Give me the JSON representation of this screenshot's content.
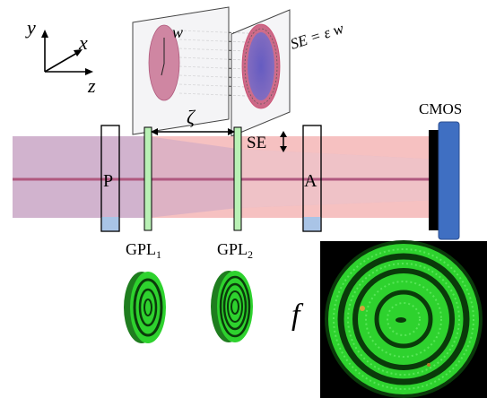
{
  "axes": {
    "y": "y",
    "x": "x",
    "z": "z"
  },
  "plates": {
    "w_label": "w",
    "se_formula": "SE = ε w"
  },
  "separation_label": "ζ",
  "se_label": "SE",
  "elements": {
    "polarizer": "P",
    "analyzer": "A",
    "gpl1": "GPL",
    "gpl1_sub": "1",
    "gpl2": "GPL",
    "gpl2_sub": "2",
    "camera": "CMOS"
  },
  "focal_label": "f",
  "colors": {
    "beam_input": "#c9a6c6",
    "beam_output": "#f4b6b6",
    "beam_axis": "#b0587f",
    "gpl_plate": "#b9f1b5",
    "camera_body": "#3f6fc2",
    "pattern_green": "#2ed22e"
  }
}
